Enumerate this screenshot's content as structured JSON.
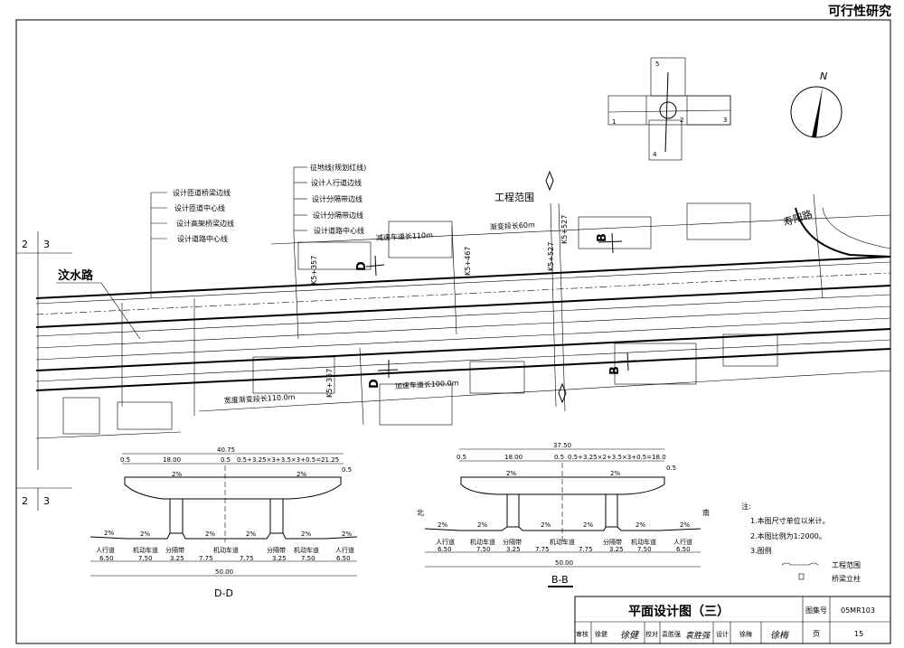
{
  "header": {
    "stage_label": "可行性研究"
  },
  "sheet_index": {
    "left": "2",
    "right": "3"
  },
  "road_names": {
    "west": "汶水路",
    "east": "寿阳路"
  },
  "plan_labels": {
    "left_group": [
      "设计匝道桥梁边线",
      "设计匝道中心线",
      "设计高架桥梁边线",
      "设计道路中心线"
    ],
    "right_group": [
      "征地线(规划红线)",
      "设计人行道边线",
      "设计分隔带边线",
      "设计分隔带边线",
      "设计道路中心线"
    ],
    "project_scope": "工程范围",
    "decel_lane": "减速车道长110m",
    "transition": "渐变段长60m",
    "widening": "宽度渐变段长110.0m",
    "accel_lane": "加速车道长100.0m",
    "stations": [
      "K5+357",
      "K5+357",
      "K5+467",
      "K5+527",
      "K5+527"
    ],
    "section_marks": [
      "D",
      "D",
      "B",
      "B"
    ]
  },
  "key_map": {
    "sheets": [
      "1",
      "2",
      "3",
      "4",
      "5"
    ],
    "north": "N"
  },
  "section_dd": {
    "title": "D-D",
    "top_total": "40.75",
    "top_parts": [
      "0.5",
      "18.00",
      "0.5",
      "0.5+3.25×3+3.5×3+0.5=21.25",
      "0.5"
    ],
    "slope": "2%",
    "lanes": [
      "人行道",
      "机动车道",
      "分隔带",
      "机动车道",
      "分隔带",
      "机动车道",
      "人行道"
    ],
    "widths": [
      "6.50",
      "7.50",
      "3.25",
      "7.75",
      "7.75",
      "3.25",
      "7.50",
      "6.50"
    ],
    "total": "50.00"
  },
  "section_bb": {
    "title": "B-B",
    "top_total": "37.50",
    "top_parts": [
      "0.5",
      "18.00",
      "0.5",
      "0.5+3.25×2+3.5×3+0.5=18.0",
      "0.5"
    ],
    "slope": "2%",
    "north": "北",
    "south": "南",
    "lanes": [
      "人行道",
      "机动车道",
      "分隔带",
      "机动车道",
      "分隔带",
      "机动车道",
      "人行道"
    ],
    "widths": [
      "6.50",
      "7.50",
      "3.25",
      "7.75",
      "7.75",
      "3.25",
      "7.50",
      "6.50"
    ],
    "total": "50.00"
  },
  "notes": {
    "heading": "注:",
    "items": [
      "1.本图尺寸单位以米计。",
      "2.本图比例为1:2000。",
      "3.图例"
    ],
    "legend": [
      {
        "label": "工程范围"
      },
      {
        "label": "桥梁立柱"
      }
    ]
  },
  "title_block": {
    "title": "平面设计图（三）",
    "atlas_label": "图集号",
    "atlas_no": "05MR103",
    "page_label": "页",
    "page_no": "15",
    "review_label": "审核",
    "reviewer": "徐健",
    "check_label": "校对",
    "checker": "袁胜强",
    "design_label": "设计",
    "designer": "徐梅"
  }
}
